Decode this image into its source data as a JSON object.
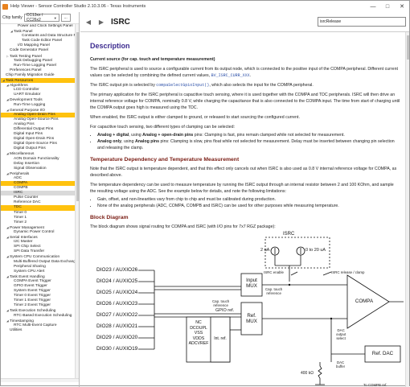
{
  "window": {
    "title": "Help Viewer - Sensor Controller Studio 2.10.3.06 - Texas Instruments",
    "controls": [
      "—",
      "□",
      "✕"
    ]
  },
  "chip_bar": {
    "label": "Chip family",
    "family": "CC13xx / CC26x2",
    "more": "..."
  },
  "tree": [
    {
      "label": "Power and Clock Settings Panel",
      "indent": 3,
      "toggle": ""
    },
    {
      "label": "Task Panel",
      "indent": 2,
      "toggle": "◢"
    },
    {
      "label": "Constants and Data Structure Pa...",
      "indent": 4,
      "toggle": ""
    },
    {
      "label": "Task Code Editor Panel",
      "indent": 4,
      "toggle": ""
    },
    {
      "label": "I/O Mapping Panel",
      "indent": 3,
      "toggle": ""
    },
    {
      "label": "Code Generator Panel",
      "indent": 1,
      "toggle": ""
    },
    {
      "label": "Task Testing Panel",
      "indent": 1,
      "toggle": "▷"
    },
    {
      "label": "Task Debugging Panel",
      "indent": 2,
      "toggle": ""
    },
    {
      "label": "Run-Time Logging Panel",
      "indent": 2,
      "toggle": ""
    },
    {
      "label": "Preferences Panel",
      "indent": 1,
      "toggle": ""
    },
    {
      "label": "Chip Family Migration Guide",
      "indent": 0,
      "toggle": ""
    },
    {
      "label": "Task Resources",
      "indent": 0,
      "toggle": "◢",
      "highlight": true
    },
    {
      "label": "Algorithms",
      "indent": 1,
      "toggle": "◢"
    },
    {
      "label": "LCD Controller",
      "indent": 2,
      "toggle": ""
    },
    {
      "label": "UART Emulator",
      "indent": 2,
      "toggle": ""
    },
    {
      "label": "Development Tools",
      "indent": 1,
      "toggle": "◢"
    },
    {
      "label": "Run-Time Logging",
      "indent": 2,
      "toggle": ""
    },
    {
      "label": "General Purpose I/O",
      "indent": 1,
      "toggle": "◢"
    },
    {
      "label": "Analog Open-Drain Pins",
      "indent": 2,
      "toggle": "",
      "highlight": true
    },
    {
      "label": "Analog Open-Source Pins",
      "indent": 2,
      "toggle": ""
    },
    {
      "label": "Analog Pins",
      "indent": 2,
      "toggle": ""
    },
    {
      "label": "Differential Output Pins",
      "indent": 2,
      "toggle": ""
    },
    {
      "label": "Digital Input Pins",
      "indent": 2,
      "toggle": ""
    },
    {
      "label": "Digital Open-Drain Pins",
      "indent": 2,
      "toggle": ""
    },
    {
      "label": "Digital Open-Source Pins",
      "indent": 2,
      "toggle": ""
    },
    {
      "label": "Digital Output Pins",
      "indent": 2,
      "toggle": ""
    },
    {
      "label": "Miscellaneous",
      "indent": 1,
      "toggle": "◢"
    },
    {
      "label": "AON Domain Functionality",
      "indent": 2,
      "toggle": ""
    },
    {
      "label": "Delay Insertion",
      "indent": 2,
      "toggle": ""
    },
    {
      "label": "Signal Observation",
      "indent": 2,
      "toggle": ""
    },
    {
      "label": "Peripherals",
      "indent": 1,
      "toggle": "◢"
    },
    {
      "label": "ADC",
      "indent": 2,
      "toggle": ""
    },
    {
      "label": "COMPA",
      "indent": 2,
      "toggle": "",
      "highlight": true
    },
    {
      "label": "COMPB",
      "indent": 2,
      "toggle": ""
    },
    {
      "label": "ISRC",
      "indent": 2,
      "toggle": "",
      "selected": true
    },
    {
      "label": "Pulse Counter",
      "indent": 2,
      "toggle": ""
    },
    {
      "label": "Reference DAC",
      "indent": 2,
      "toggle": ""
    },
    {
      "label": "TDC",
      "indent": 2,
      "toggle": "",
      "highlight": true
    },
    {
      "label": "Timer 0",
      "indent": 2,
      "toggle": ""
    },
    {
      "label": "Timer 1",
      "indent": 2,
      "toggle": ""
    },
    {
      "label": "Timer 2",
      "indent": 2,
      "toggle": ""
    },
    {
      "label": "Power Management",
      "indent": 1,
      "toggle": "◢"
    },
    {
      "label": "Dynamic Power Control",
      "indent": 2,
      "toggle": ""
    },
    {
      "label": "Serial Interfaces",
      "indent": 1,
      "toggle": "◢"
    },
    {
      "label": "I2C Master",
      "indent": 2,
      "toggle": ""
    },
    {
      "label": "SPI Chip Select",
      "indent": 2,
      "toggle": ""
    },
    {
      "label": "SPI Data Transfer",
      "indent": 2,
      "toggle": ""
    },
    {
      "label": "System CPU Communication",
      "indent": 1,
      "toggle": "◢"
    },
    {
      "label": "Multi-Buffered Output Data Exchange",
      "indent": 2,
      "toggle": ""
    },
    {
      "label": "Peripheral Sharing",
      "indent": 2,
      "toggle": ""
    },
    {
      "label": "System CPU Alert",
      "indent": 2,
      "toggle": ""
    },
    {
      "label": "Task Event Handling",
      "indent": 1,
      "toggle": "◢"
    },
    {
      "label": "COMPA Event Trigger",
      "indent": 2,
      "toggle": ""
    },
    {
      "label": "GPIO Event Trigger",
      "indent": 2,
      "toggle": ""
    },
    {
      "label": "System Event Trigger",
      "indent": 2,
      "toggle": ""
    },
    {
      "label": "Timer 0 Event Trigger",
      "indent": 2,
      "toggle": ""
    },
    {
      "label": "Timer 1 Event Trigger",
      "indent": 2,
      "toggle": ""
    },
    {
      "label": "Timer 2 Event Trigger",
      "indent": 2,
      "toggle": ""
    },
    {
      "label": "Task Execution Scheduling",
      "indent": 1,
      "toggle": "◢"
    },
    {
      "label": "RTC-Based Execution Scheduling",
      "indent": 2,
      "toggle": ""
    },
    {
      "label": "Timestamping",
      "indent": 1,
      "toggle": "◢"
    },
    {
      "label": "RTC Multi-Event Capture",
      "indent": 2,
      "toggle": ""
    },
    {
      "label": "Utilities",
      "indent": 1,
      "toggle": ""
    }
  ],
  "header": {
    "back": "◀",
    "forward": "▶",
    "title": "ISRC",
    "search_value": "isrcRelease"
  },
  "doc": {
    "h1": "Description",
    "subtitle": "Current source (for cap. touch and temperature measurement)",
    "p1a": "The ISRC peripheral is used to source a configurable current from its output node, which is connected to the positive input of the COMPA peripheral. Different current values can be selected by combining the defined current values, ",
    "p1code": "BV_ISRC_CURR_XXX",
    "p1b": ".",
    "p2a": "The ISRC output pin is selected by ",
    "p2code": "compaSelectGpioInput()",
    "p2b": ", which also selects the input for the COMPA peripheral.",
    "p3": "The primary application for the ISRC peripheral is capacitive touch sensing, where it is used together with the COMPA and TDC peripherals. ISRC will then drive an internal reference voltage for COMPA, nominally 0.8 V, while charging the capacitance that is also connected to the COMPA input. The time from start of charging until the COMPA output goes high is measured using the TDC.",
    "p4": "When enabled, the ISRC output is either clamped to ground, or released to start sourcing the configured current.",
    "p5": "For capacitive touch sensing, two different types of clamping can be selected:",
    "b1_lead": "Analog + digital",
    "b1_mid": ", using ",
    "b1_bold2": "Analog + open-drain pins",
    "b1_rest": " pins: Clamping is fast, pins remain clamped while not selected for measurement.",
    "b2_lead": "Analog only",
    "b2_mid": ", using ",
    "b2_bold2": "Analog pins",
    "b2_rest": " pins: Clamping is slow, pins float while not selected for measurement. Delay must be inserted between changing pin selection and releasing the clamp.",
    "h2a": "Temperature Dependency and Temperature Measurement",
    "p6": "Note that the ISRC output is temperature dependent, and that this effect only cancels out when ISRC is also used as 0.8 V internal reference voltage for COMPA, as described above.",
    "p7": "The temperature dependency can be used to measure temperature by running the ISRC output through an internal resistor between 2 and 100 KOhm, and sample the resulting voltage using the ADC. See the example below for details, and note the following limitations:",
    "b3": "Gain, offset, and non-linearities vary from chip to chip and must be calibrated during production.",
    "b4": "None of the analog peripherals (ADC, COMPA, COMPB and ISRC) can be used for other purposes while measuring temperature.",
    "h2b": "Block Diagram",
    "p8": "The block diagram shows signal routing for COMPA and ISRC (with I/O pins for 7x7 RGZ package):"
  },
  "diagram": {
    "pins": [
      "DIO23 / AUXIO26",
      "DIO24 / AUXIO25",
      "DIO25 / AUXIO24",
      "DIO26 / AUXIO23",
      "DIO27 / AUXIO22",
      "DIO28 / AUXIO21",
      "DIO29 / AUXIO20",
      "DIO30 / AUXIO19"
    ],
    "isrc": "ISRC",
    "current_2ua": "2 uA",
    "current_range": "0 to 20 uA",
    "isrc_enable": "ISRC enable",
    "isrc_release": "ISRC release / clamp",
    "cap_touch_ref1": "Cap. touch\nreference",
    "cap_touch_ref2": "Cap. touch\nreference",
    "gpio_ref": "GPIO ref.",
    "input_mux": "Input\nMUX",
    "ref_mux": "Ref.\nMUX",
    "compa": "COMPA",
    "int_ref": "Int. ref.",
    "nc_list": "NC\nDCOUPL\nVSS\nVDDS\nADCVREF",
    "dac_output_select": "DAC\noutput\nselect",
    "dac_buffer": "DAC\nbuffer",
    "ref_dac": "Ref. DAC",
    "resistor": "400 kΩ",
    "to_comp_ref": "To COMPB ref."
  },
  "colors": {
    "highlight": "#ffc20e",
    "heading": "#3c2b8f",
    "subheading": "#7a1d14",
    "code": "#2b4fa8"
  }
}
